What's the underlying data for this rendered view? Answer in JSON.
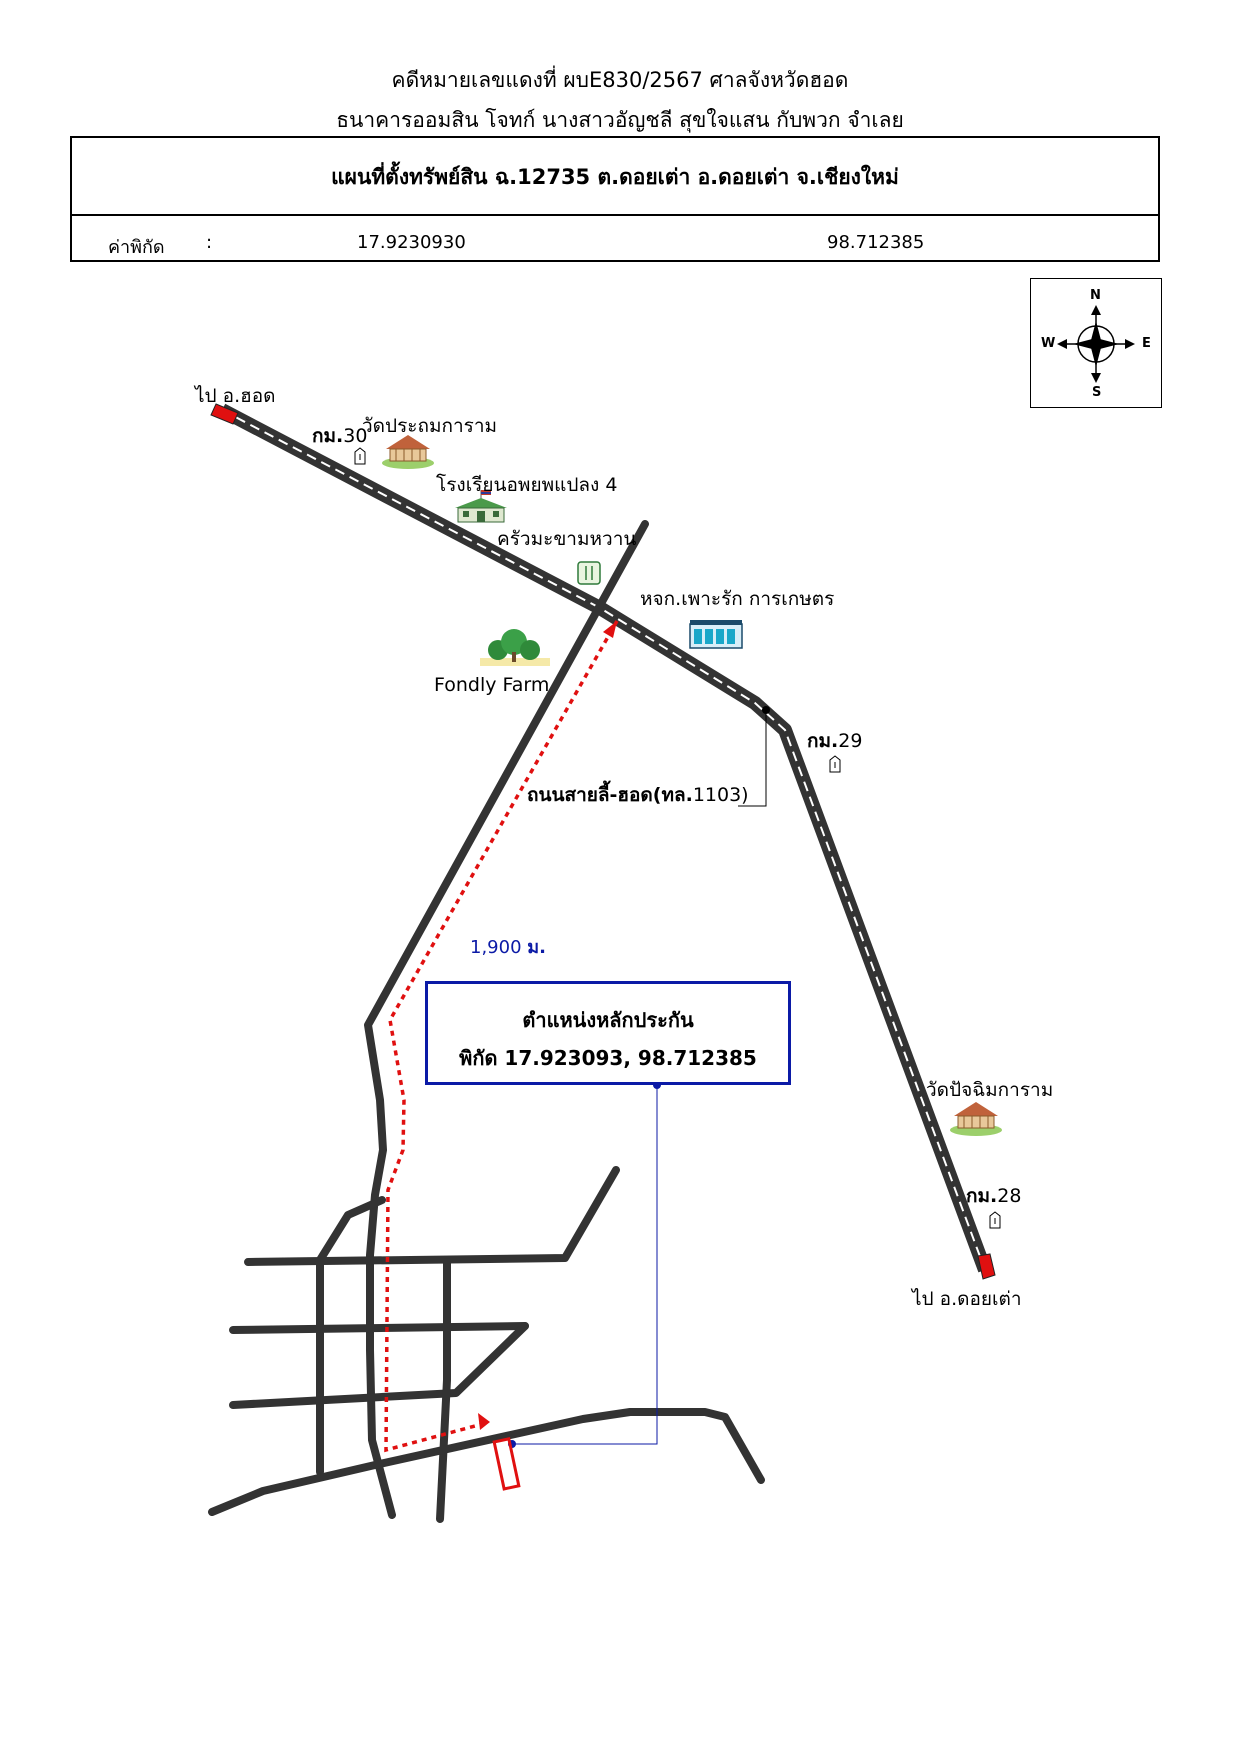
{
  "header": {
    "line1": "คดีหมายเลขแดงที่ ผบE830/2567 ศาลจังหวัดฮอด",
    "line2": "ธนาคารออมสิน โจทก์ นางสาวอัญชลี สุขใจแสน กับพวก จำเลย"
  },
  "info_box": {
    "title": "แผนที่ตั้งทรัพย์สิน ฉ.12735 ต.ดอยเต่า อ.ดอยเต่า จ.เชียงใหม่",
    "coord_label": "ค่าพิกัด",
    "colon": ":",
    "latitude": "17.9230930",
    "longitude": "98.712385"
  },
  "compass": {
    "n": "N",
    "s": "S",
    "e": "E",
    "w": "W"
  },
  "map": {
    "to_hot": "ไป อ.ฮอด",
    "to_doitao": "ไป อ.ดอยเต่า",
    "km30_prefix": "กม.",
    "km30_num": "30",
    "km29_prefix": "กม.",
    "km29_num": "29",
    "km28_prefix": "กม.",
    "km28_num": "28",
    "temple1": "วัดประถมการาม",
    "school": "โรงเรียนอพยพแปลง 4",
    "restaurant": "ครัวมะขามหวาน",
    "store": "หจก.เพาะรัก การเกษตร",
    "farm": "Fondly Farm",
    "road_name_bold": "ถนนสายลี้-ฮอด(ทล.",
    "road_name_num": "1103)",
    "distance_num": "1,900",
    "distance_unit": "ม.",
    "temple2": "วัดปัจฉิมการาม",
    "location_title": "ตำแหน่งหลักประกัน",
    "location_coords": "พิกัด 17.923093, 98.712385"
  },
  "colors": {
    "road": "#333333",
    "route": "#e01010",
    "callout": "#0b1aa6",
    "marker": "#e01010"
  }
}
